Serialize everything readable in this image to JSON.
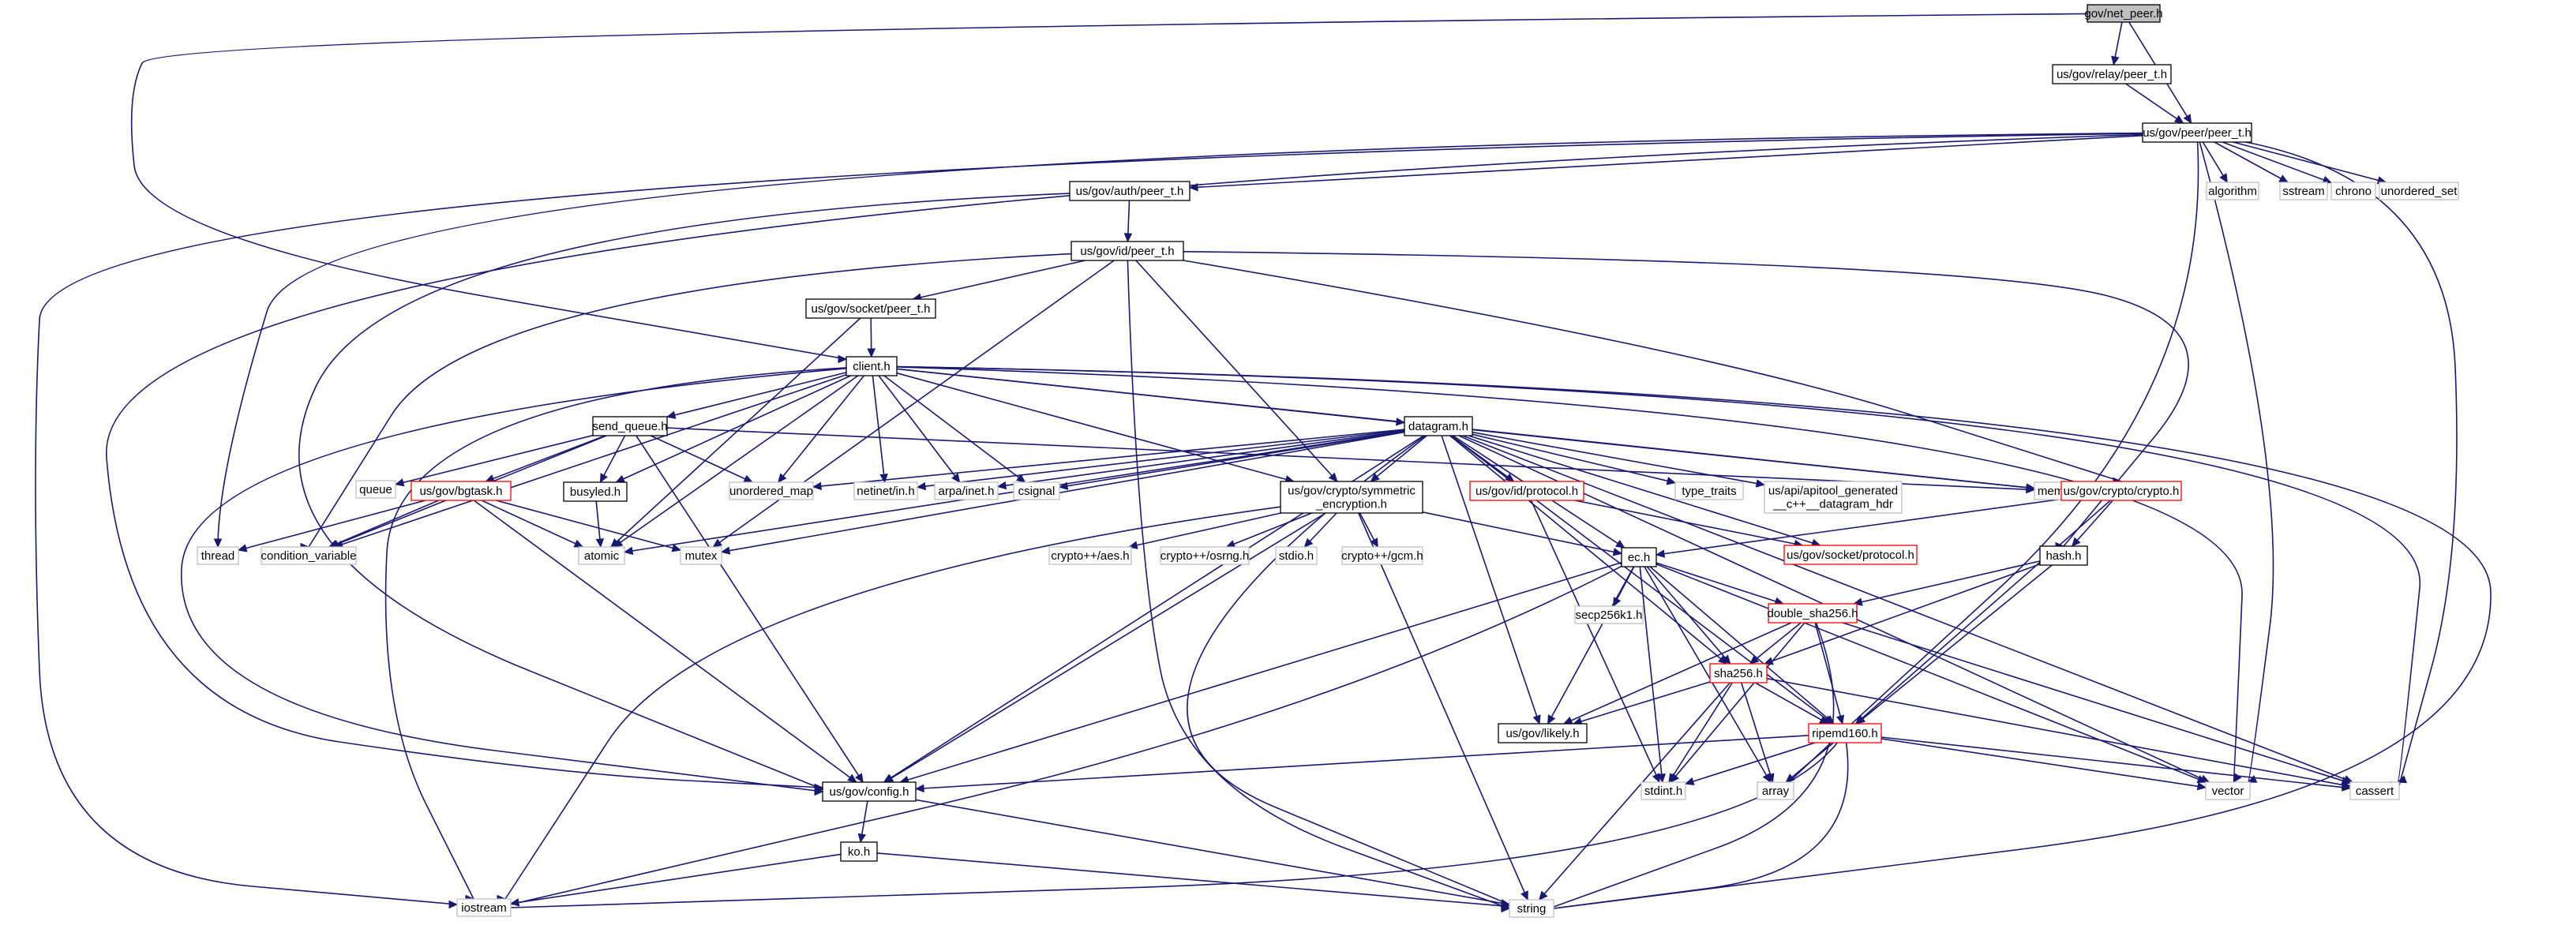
{
  "colors": {
    "edge": "#191970",
    "border_documented": "#000000",
    "border_undocumented": "#bfbfbf",
    "border_truncated": "#ff0000",
    "root_fill": "#bfbfbf",
    "node_fill": "#ffffff"
  },
  "nodes": [
    {
      "id": "net_peer",
      "label": "gov/net_peer.h",
      "style": "root"
    },
    {
      "id": "relay_peer",
      "label": "us/gov/relay/peer_t.h",
      "style": "doc"
    },
    {
      "id": "peer_peer",
      "label": "us/gov/peer/peer_t.h",
      "style": "doc"
    },
    {
      "id": "algorithm",
      "label": "algorithm",
      "style": "ext"
    },
    {
      "id": "sstream",
      "label": "sstream",
      "style": "ext"
    },
    {
      "id": "chrono",
      "label": "chrono",
      "style": "ext"
    },
    {
      "id": "unordered_set",
      "label": "unordered_set",
      "style": "ext"
    },
    {
      "id": "auth_peer",
      "label": "us/gov/auth/peer_t.h",
      "style": "doc"
    },
    {
      "id": "id_peer",
      "label": "us/gov/id/peer_t.h",
      "style": "doc"
    },
    {
      "id": "socket_peer",
      "label": "us/gov/socket/peer_t.h",
      "style": "doc"
    },
    {
      "id": "client",
      "label": "client.h",
      "style": "doc"
    },
    {
      "id": "send_queue",
      "label": "send_queue.h",
      "style": "doc"
    },
    {
      "id": "datagram",
      "label": "datagram.h",
      "style": "doc"
    },
    {
      "id": "queue",
      "label": "queue",
      "style": "ext"
    },
    {
      "id": "bgtask",
      "label": "us/gov/bgtask.h",
      "style": "trunc"
    },
    {
      "id": "busyled",
      "label": "busyled.h",
      "style": "doc"
    },
    {
      "id": "unordered_map",
      "label": "unordered_map",
      "style": "ext"
    },
    {
      "id": "netinet",
      "label": "netinet/in.h",
      "style": "ext"
    },
    {
      "id": "arpa",
      "label": "arpa/inet.h",
      "style": "ext"
    },
    {
      "id": "csignal",
      "label": "csignal",
      "style": "ext"
    },
    {
      "id": "symenc",
      "label": "us/gov/crypto/symmetric\n_encryption.h",
      "style": "doc"
    },
    {
      "id": "id_protocol",
      "label": "us/gov/id/protocol.h",
      "style": "trunc"
    },
    {
      "id": "type_traits",
      "label": "type_traits",
      "style": "ext"
    },
    {
      "id": "apitool",
      "label": "us/api/apitool_generated\n__c++__datagram_hdr",
      "style": "ext"
    },
    {
      "id": "memory",
      "label": "memory",
      "style": "ext"
    },
    {
      "id": "crypto",
      "label": "us/gov/crypto/crypto.h",
      "style": "trunc"
    },
    {
      "id": "thread",
      "label": "thread",
      "style": "ext"
    },
    {
      "id": "cond_var",
      "label": "condition_variable",
      "style": "ext"
    },
    {
      "id": "atomic",
      "label": "atomic",
      "style": "ext"
    },
    {
      "id": "mutex",
      "label": "mutex",
      "style": "ext"
    },
    {
      "id": "aes",
      "label": "crypto++/aes.h",
      "style": "ext"
    },
    {
      "id": "osrng",
      "label": "crypto++/osrng.h",
      "style": "ext"
    },
    {
      "id": "stdio",
      "label": "stdio.h",
      "style": "ext"
    },
    {
      "id": "gcm",
      "label": "crypto++/gcm.h",
      "style": "ext"
    },
    {
      "id": "ec",
      "label": "ec.h",
      "style": "doc"
    },
    {
      "id": "socket_protocol",
      "label": "us/gov/socket/protocol.h",
      "style": "trunc"
    },
    {
      "id": "hash",
      "label": "hash.h",
      "style": "doc"
    },
    {
      "id": "secp",
      "label": "secp256k1.h",
      "style": "ext"
    },
    {
      "id": "dsha",
      "label": "double_sha256.h",
      "style": "trunc"
    },
    {
      "id": "sha256",
      "label": "sha256.h",
      "style": "trunc"
    },
    {
      "id": "likely",
      "label": "us/gov/likely.h",
      "style": "doc"
    },
    {
      "id": "ripemd",
      "label": "ripemd160.h",
      "style": "trunc"
    },
    {
      "id": "config",
      "label": "us/gov/config.h",
      "style": "doc"
    },
    {
      "id": "stdint",
      "label": "stdint.h",
      "style": "ext"
    },
    {
      "id": "array",
      "label": "array",
      "style": "ext"
    },
    {
      "id": "vector",
      "label": "vector",
      "style": "ext"
    },
    {
      "id": "cassert",
      "label": "cassert",
      "style": "ext"
    },
    {
      "id": "ko",
      "label": "ko.h",
      "style": "doc"
    },
    {
      "id": "iostream",
      "label": "iostream",
      "style": "ext"
    },
    {
      "id": "string",
      "label": "string",
      "style": "ext"
    }
  ],
  "edges": [
    [
      "net_peer",
      "relay_peer"
    ],
    [
      "net_peer",
      "peer_peer"
    ],
    [
      "net_peer",
      "client"
    ],
    [
      "relay_peer",
      "peer_peer"
    ],
    [
      "peer_peer",
      "algorithm"
    ],
    [
      "peer_peer",
      "sstream"
    ],
    [
      "peer_peer",
      "chrono"
    ],
    [
      "peer_peer",
      "unordered_set"
    ],
    [
      "peer_peer",
      "auth_peer"
    ],
    [
      "peer_peer",
      "thread"
    ],
    [
      "peer_peer",
      "config"
    ],
    [
      "peer_peer",
      "iostream"
    ],
    [
      "peer_peer",
      "array"
    ],
    [
      "peer_peer",
      "vector"
    ],
    [
      "peer_peer",
      "cassert"
    ],
    [
      "auth_peer",
      "id_peer"
    ],
    [
      "auth_peer",
      "config"
    ],
    [
      "id_peer",
      "socket_peer"
    ],
    [
      "id_peer",
      "symenc"
    ],
    [
      "id_peer",
      "crypto"
    ],
    [
      "id_peer",
      "hash"
    ],
    [
      "id_peer",
      "mutex"
    ],
    [
      "id_peer",
      "cond_var"
    ],
    [
      "id_peer",
      "string"
    ],
    [
      "socket_peer",
      "client"
    ],
    [
      "socket_peer",
      "atomic"
    ],
    [
      "client",
      "send_queue"
    ],
    [
      "client",
      "datagram"
    ],
    [
      "client",
      "busyled"
    ],
    [
      "client",
      "unordered_map"
    ],
    [
      "client",
      "netinet"
    ],
    [
      "client",
      "arpa"
    ],
    [
      "client",
      "csignal"
    ],
    [
      "client",
      "symenc"
    ],
    [
      "client",
      "memory"
    ],
    [
      "client",
      "cond_var"
    ],
    [
      "client",
      "atomic"
    ],
    [
      "client",
      "config"
    ],
    [
      "client",
      "iostream"
    ],
    [
      "client",
      "vector"
    ],
    [
      "client",
      "cassert"
    ],
    [
      "client",
      "string"
    ],
    [
      "send_queue",
      "queue"
    ],
    [
      "send_queue",
      "bgtask"
    ],
    [
      "send_queue",
      "busyled"
    ],
    [
      "send_queue",
      "unordered_map"
    ],
    [
      "send_queue",
      "cond_var"
    ],
    [
      "send_queue",
      "config"
    ],
    [
      "send_queue",
      "memory"
    ],
    [
      "bgtask",
      "thread"
    ],
    [
      "bgtask",
      "cond_var"
    ],
    [
      "bgtask",
      "atomic"
    ],
    [
      "bgtask",
      "mutex"
    ],
    [
      "bgtask",
      "config"
    ],
    [
      "busyled",
      "atomic"
    ],
    [
      "datagram",
      "unordered_map"
    ],
    [
      "datagram",
      "netinet"
    ],
    [
      "datagram",
      "arpa"
    ],
    [
      "datagram",
      "csignal"
    ],
    [
      "datagram",
      "symenc"
    ],
    [
      "datagram",
      "id_protocol"
    ],
    [
      "datagram",
      "type_traits"
    ],
    [
      "datagram",
      "apitool"
    ],
    [
      "datagram",
      "memory"
    ],
    [
      "datagram",
      "ec"
    ],
    [
      "datagram",
      "socket_protocol"
    ],
    [
      "datagram",
      "sha256"
    ],
    [
      "datagram",
      "ripemd"
    ],
    [
      "datagram",
      "likely"
    ],
    [
      "datagram",
      "config"
    ],
    [
      "datagram",
      "vector"
    ],
    [
      "datagram",
      "cassert"
    ],
    [
      "datagram",
      "atomic"
    ],
    [
      "datagram",
      "mutex"
    ],
    [
      "datagram",
      "string"
    ],
    [
      "symenc",
      "aes"
    ],
    [
      "symenc",
      "osrng"
    ],
    [
      "symenc",
      "stdio"
    ],
    [
      "symenc",
      "gcm"
    ],
    [
      "symenc",
      "ec"
    ],
    [
      "symenc",
      "config"
    ],
    [
      "symenc",
      "iostream"
    ],
    [
      "symenc",
      "string"
    ],
    [
      "id_protocol",
      "socket_protocol"
    ],
    [
      "id_protocol",
      "stdint"
    ],
    [
      "crypto",
      "ec"
    ],
    [
      "crypto",
      "hash"
    ],
    [
      "crypto",
      "ripemd"
    ],
    [
      "ec",
      "secp"
    ],
    [
      "ec",
      "dsha"
    ],
    [
      "ec",
      "sha256"
    ],
    [
      "ec",
      "ripemd"
    ],
    [
      "ec",
      "likely"
    ],
    [
      "ec",
      "config"
    ],
    [
      "ec",
      "stdint"
    ],
    [
      "ec",
      "array"
    ],
    [
      "ec",
      "vector"
    ],
    [
      "ec",
      "iostream"
    ],
    [
      "hash",
      "dsha"
    ],
    [
      "hash",
      "sha256"
    ],
    [
      "hash",
      "ripemd"
    ],
    [
      "dsha",
      "sha256"
    ],
    [
      "dsha",
      "ripemd"
    ],
    [
      "dsha",
      "likely"
    ],
    [
      "dsha",
      "stdint"
    ],
    [
      "dsha",
      "cassert"
    ],
    [
      "dsha",
      "string"
    ],
    [
      "sha256",
      "ripemd"
    ],
    [
      "sha256",
      "likely"
    ],
    [
      "sha256",
      "stdint"
    ],
    [
      "sha256",
      "array"
    ],
    [
      "sha256",
      "cassert"
    ],
    [
      "sha256",
      "string"
    ],
    [
      "ripemd",
      "config"
    ],
    [
      "ripemd",
      "stdint"
    ],
    [
      "ripemd",
      "array"
    ],
    [
      "ripemd",
      "vector"
    ],
    [
      "ripemd",
      "cassert"
    ],
    [
      "ripemd",
      "iostream"
    ],
    [
      "ripemd",
      "string"
    ],
    [
      "config",
      "ko"
    ],
    [
      "config",
      "string"
    ],
    [
      "ko",
      "iostream"
    ],
    [
      "ko",
      "string"
    ]
  ]
}
